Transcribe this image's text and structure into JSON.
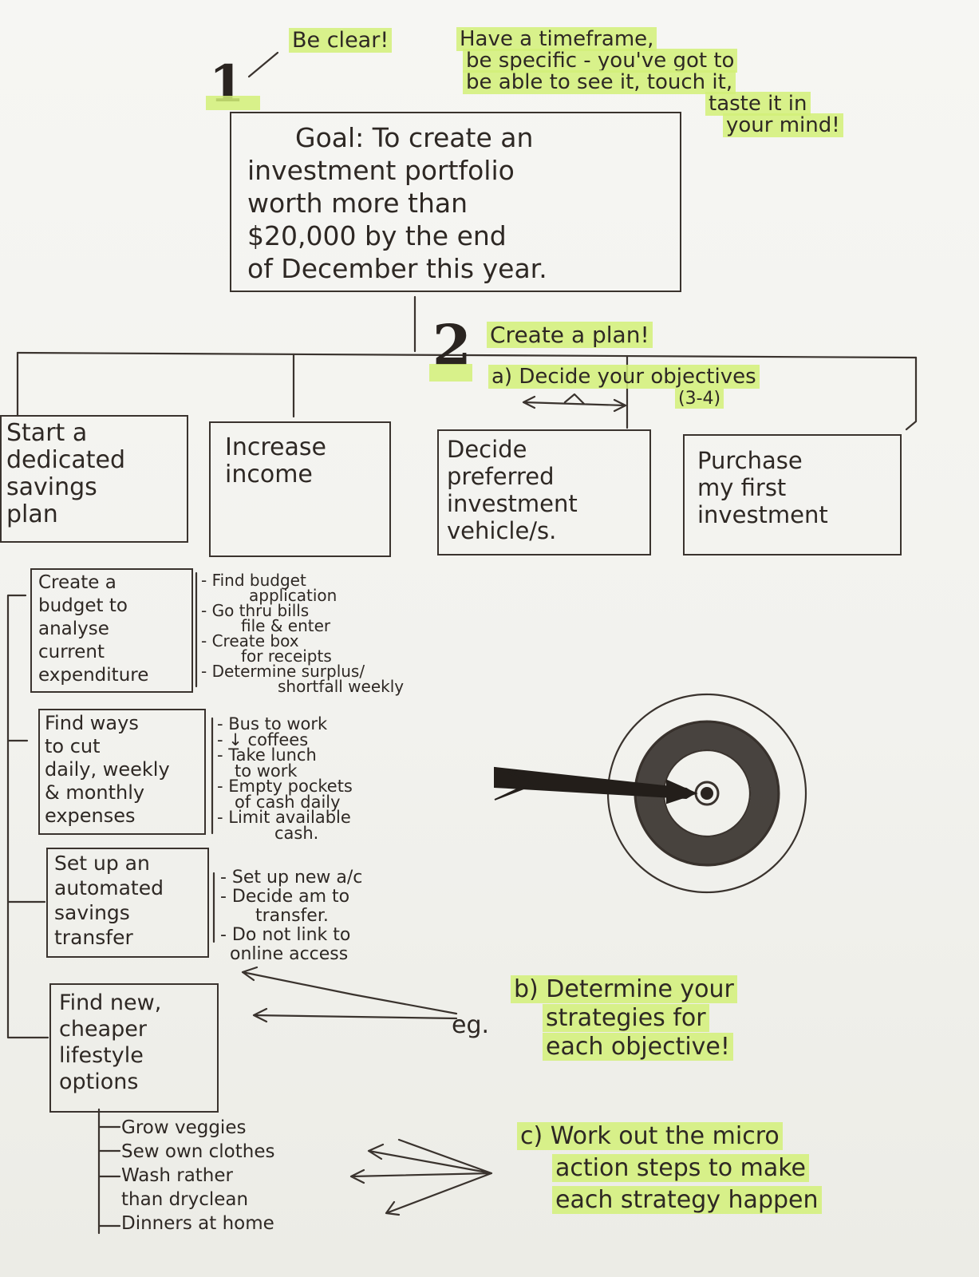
{
  "tips": {
    "be_clear": "Be clear!",
    "timeframe": [
      "Have a timeframe,",
      "be specific - you've got to",
      "be able to see it, touch it,",
      "taste it in",
      "your mind!"
    ]
  },
  "step1": {
    "number": "1"
  },
  "goal": {
    "lines": [
      "Goal: To create an",
      "investment portfolio",
      "worth more than",
      "$20,000 by the end",
      "of December this year."
    ]
  },
  "step2": {
    "number": "2",
    "title": "Create a plan!"
  },
  "objectives": {
    "heading": "a) Decide your objectives",
    "count": "(3-4)",
    "items": [
      [
        "Start a",
        "dedicated",
        "savings",
        "plan"
      ],
      [
        "Increase",
        "income"
      ],
      [
        "Decide",
        "preferred",
        "investment",
        "vehicle/s."
      ],
      [
        "Purchase",
        "my first",
        "investment"
      ]
    ]
  },
  "strategies": [
    {
      "lines": [
        "Create a",
        "budget to",
        "analyse",
        "current",
        "expenditure"
      ],
      "steps": [
        "- Find budget",
        "application",
        "- Go thru bills",
        "file & enter",
        "- Create box",
        "for receipts",
        "- Determine surplus/",
        "shortfall weekly"
      ]
    },
    {
      "lines": [
        "Find ways",
        "to cut",
        "daily, weekly",
        "& monthly",
        "expenses"
      ],
      "steps": [
        "- Bus to work",
        "- ↓ coffees",
        "- Take lunch",
        "to work",
        "- Empty pockets",
        "of cash daily",
        "- Limit available",
        "cash."
      ]
    },
    {
      "lines": [
        "Set up an",
        "automated",
        "savings",
        "transfer"
      ],
      "steps": [
        "- Set up new a/c",
        "- Decide am to",
        "transfer.",
        "- Do not link to",
        "online access"
      ]
    },
    {
      "lines": [
        "Find new,",
        "cheaper",
        "lifestyle",
        "options"
      ],
      "steps": []
    }
  ],
  "micro_actions": [
    "Grow veggies",
    "Sew own clothes",
    "Wash rather",
    "than dryclean",
    "Dinners at home"
  ],
  "eg_label": "eg.",
  "step_b": [
    "b) Determine your",
    "strategies for",
    "each objective!"
  ],
  "step_c": [
    "c) Work out the micro",
    "action steps to make",
    "each strategy happen"
  ],
  "colors": {
    "ink": "#2e2824",
    "highlighter": "#d2f078",
    "paper": "#f4f4f0"
  }
}
